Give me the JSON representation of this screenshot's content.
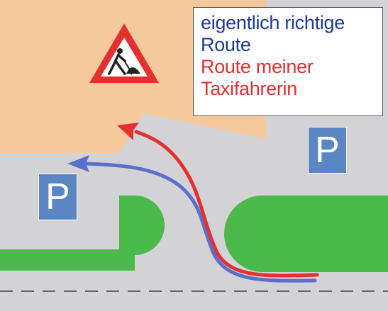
{
  "legend": {
    "correct_route_line1": "eigentlich richtige",
    "correct_route_line2": "Route",
    "taxi_route_line1": "Route meiner",
    "taxi_route_line2": "Taxifahrerin"
  },
  "parking_signs": {
    "left": "P",
    "right": "P"
  },
  "colors": {
    "construction_area": "#f5c99b",
    "road": "#d3d3d5",
    "green_area": "#4bba4b",
    "correct_route": "#5b6fcc",
    "taxi_route": "#e53030",
    "parking_sign": "#5b86c4",
    "lane_marking": "#666666"
  },
  "icons": {
    "construction_sign": "roadworks-warning-sign-icon"
  }
}
